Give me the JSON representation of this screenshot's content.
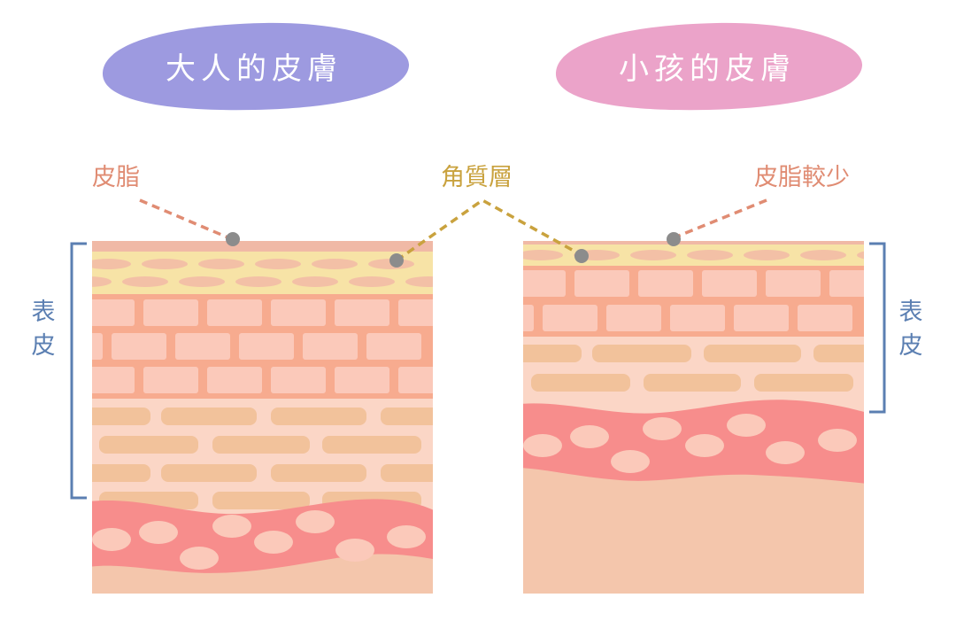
{
  "titles": {
    "adult": "大人的皮膚",
    "child": "小孩的皮膚"
  },
  "labels": {
    "sebum_adult": "皮脂",
    "stratum_corneum": "角質層",
    "sebum_child": "皮脂較少",
    "epidermis_left": [
      "表",
      "皮"
    ],
    "epidermis_right": [
      "表",
      "皮"
    ]
  },
  "colors": {
    "adult_title_bg": "#9d9ae0",
    "child_title_bg": "#eba3c9",
    "sebum": "#f0b9a6",
    "stratum": "#f7e3a6",
    "stratum_cells": "#f3c0a6",
    "brick_layer": "#f7ab8f",
    "brick_cell": "#fbc9ba",
    "basal_bg": "#fbd6c6",
    "basal_cell": "#f2c29b",
    "dermis_red": "#f78d8c",
    "dermis_cell": "#fbc9ba",
    "deep_layer": "#f4c6ac",
    "leader_sebum": "#e08c73",
    "leader_stratum": "#c9a23e",
    "bracket": "#5b7fb2",
    "dot": "#8c8c8c"
  }
}
